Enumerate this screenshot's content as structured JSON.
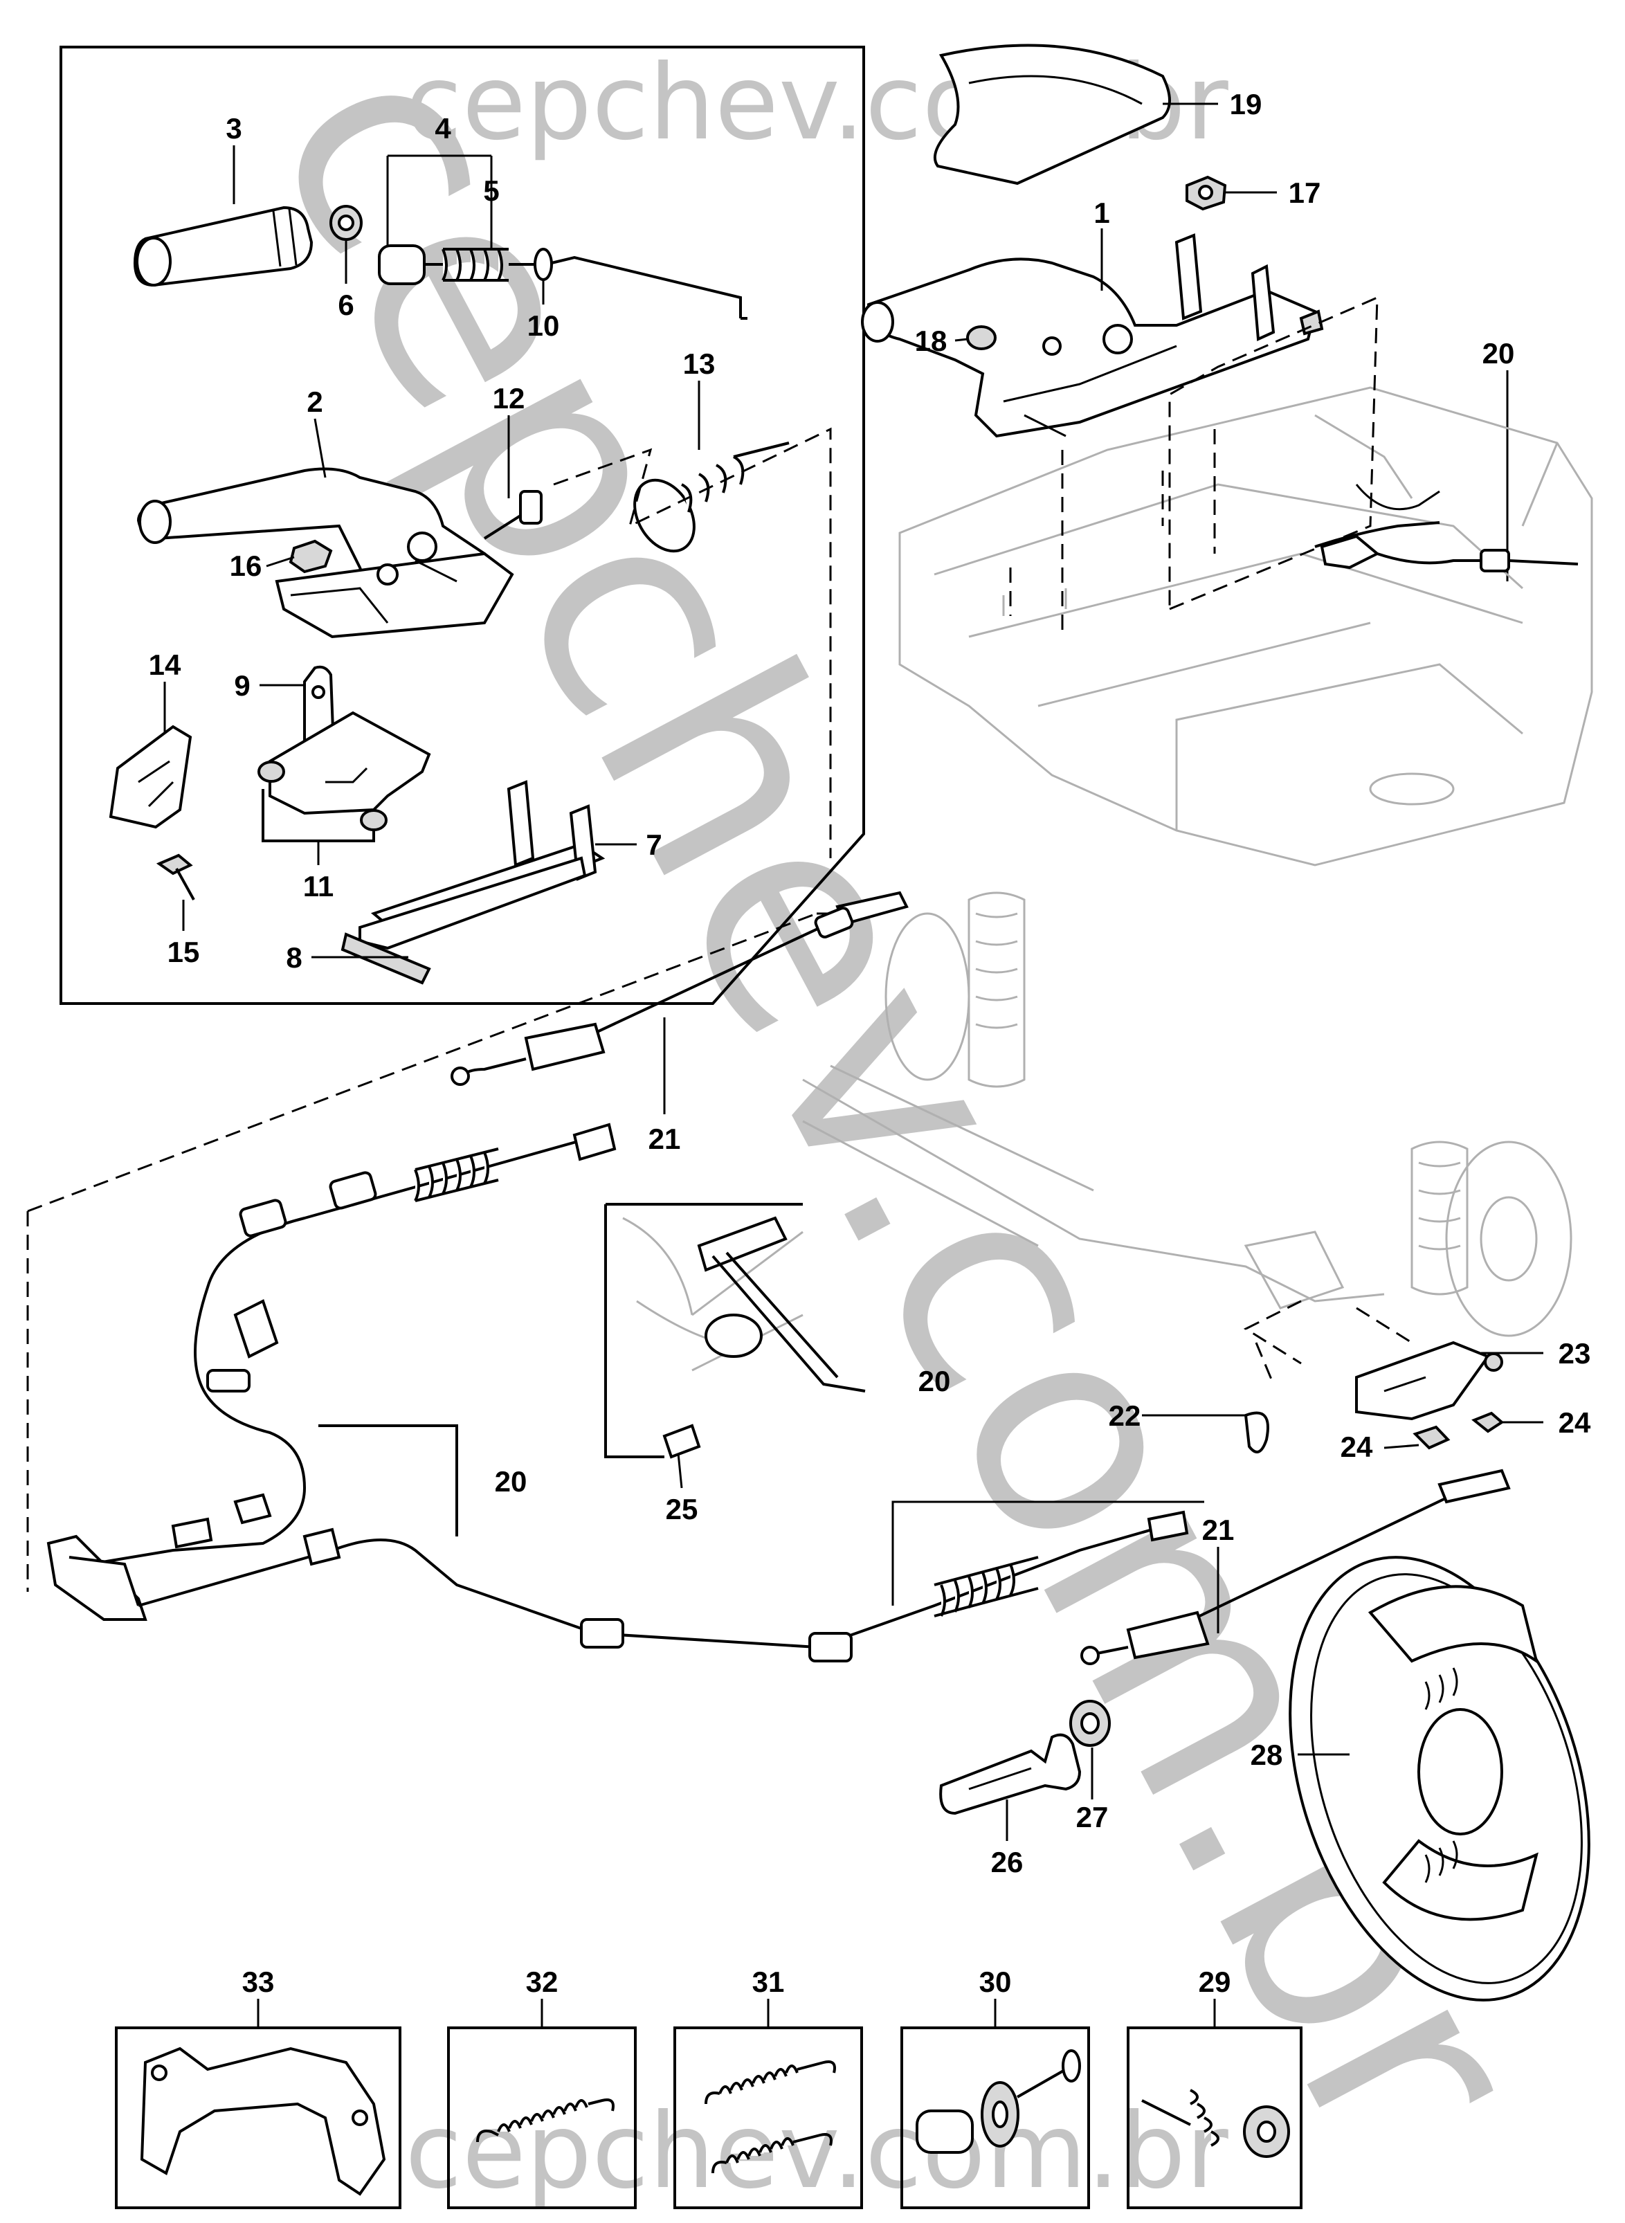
{
  "watermark": {
    "top": "cepchev.com.br",
    "bottom": "cepchev.com.br",
    "diagonal": "cepchev.com.br"
  },
  "callouts": [
    {
      "id": "c1",
      "text": "1"
    },
    {
      "id": "c2",
      "text": "2"
    },
    {
      "id": "c3",
      "text": "3"
    },
    {
      "id": "c4",
      "text": "4"
    },
    {
      "id": "c5",
      "text": "5"
    },
    {
      "id": "c6",
      "text": "6"
    },
    {
      "id": "c7",
      "text": "7"
    },
    {
      "id": "c8",
      "text": "8"
    },
    {
      "id": "c9",
      "text": "9"
    },
    {
      "id": "c10",
      "text": "10"
    },
    {
      "id": "c11",
      "text": "11"
    },
    {
      "id": "c12",
      "text": "12"
    },
    {
      "id": "c13",
      "text": "13"
    },
    {
      "id": "c14",
      "text": "14"
    },
    {
      "id": "c15",
      "text": "15"
    },
    {
      "id": "c16",
      "text": "16"
    },
    {
      "id": "c17",
      "text": "17"
    },
    {
      "id": "c18",
      "text": "18"
    },
    {
      "id": "c19",
      "text": "19"
    },
    {
      "id": "c20a",
      "text": "20"
    },
    {
      "id": "c20b",
      "text": "20"
    },
    {
      "id": "c20c",
      "text": "20"
    },
    {
      "id": "c21a",
      "text": "21"
    },
    {
      "id": "c21b",
      "text": "21"
    },
    {
      "id": "c22",
      "text": "22"
    },
    {
      "id": "c23",
      "text": "23"
    },
    {
      "id": "c24a",
      "text": "24"
    },
    {
      "id": "c24b",
      "text": "24"
    },
    {
      "id": "c25",
      "text": "25"
    },
    {
      "id": "c26",
      "text": "26"
    },
    {
      "id": "c27",
      "text": "27"
    },
    {
      "id": "c28",
      "text": "28"
    },
    {
      "id": "c29",
      "text": "29"
    },
    {
      "id": "c30",
      "text": "30"
    },
    {
      "id": "c31",
      "text": "31"
    },
    {
      "id": "c32",
      "text": "32"
    },
    {
      "id": "c33",
      "text": "33"
    }
  ]
}
